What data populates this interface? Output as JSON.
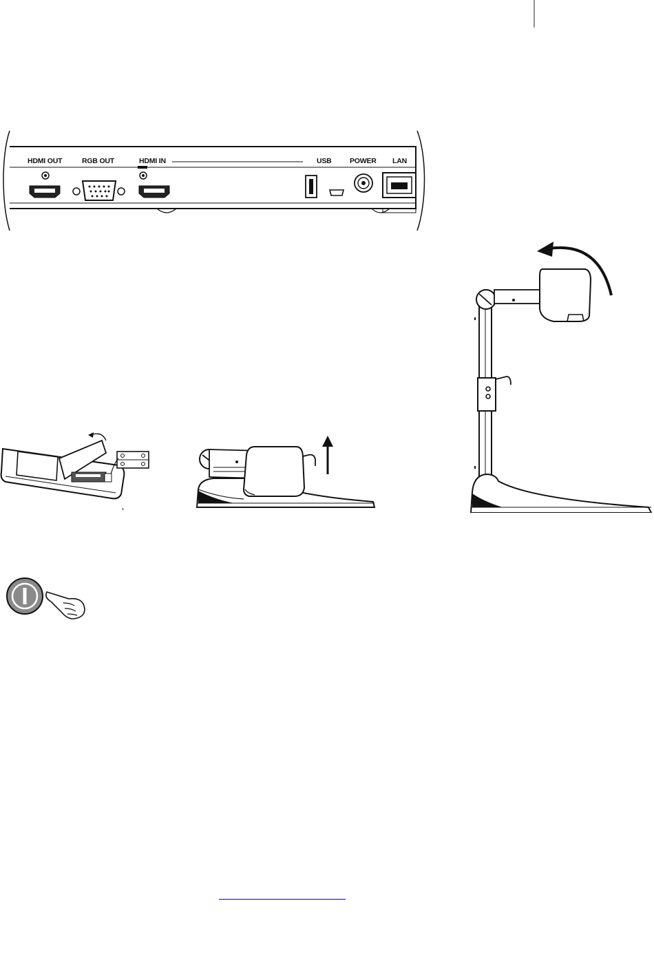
{
  "document": {
    "illustrations": {
      "rear_panel": {
        "port_labels": [
          "HDMI OUT",
          "RGB OUT",
          "HDMI IN",
          "USB",
          "POWER",
          "LAN"
        ]
      },
      "remote_battery_icon": "remote-battery-compartment-illustration",
      "folded_camera_icon": "folded-camera-stand-illustration",
      "unfolded_camera_icon": "unfolded-camera-stand-illustration",
      "power_button_icon": "power-button-press-illustration"
    },
    "link": {
      "underline_color": "#0000ee"
    },
    "colors": {
      "line": "#111111",
      "accent_gray": "#8a8a8a"
    }
  }
}
